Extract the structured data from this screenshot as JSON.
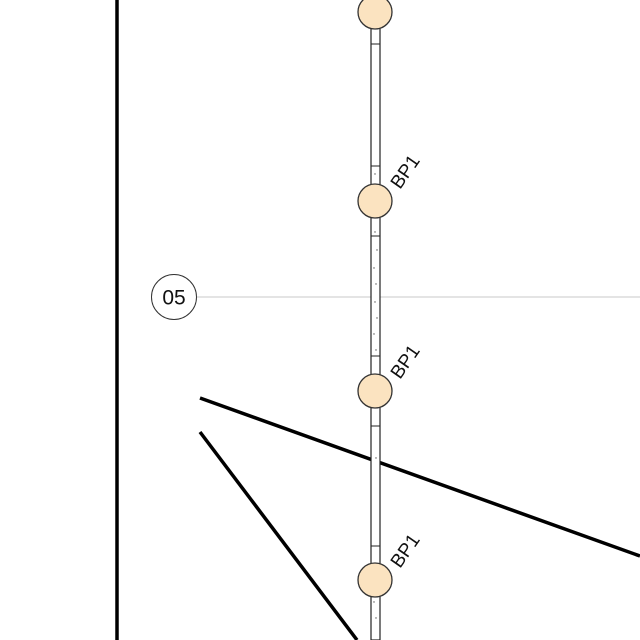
{
  "drawing": {
    "grid_bubble": {
      "label": "05"
    },
    "piles": [
      {
        "label": ""
      },
      {
        "label": "BP1"
      },
      {
        "label": "BP1"
      },
      {
        "label": "BP1"
      }
    ]
  },
  "colors": {
    "background": "#ffffff",
    "line": "#000000",
    "gridline": "#c8c8c8",
    "pile_fill": "#fbe3c0",
    "pile_stroke": "#333333",
    "wall_fill": "#ffffff"
  }
}
